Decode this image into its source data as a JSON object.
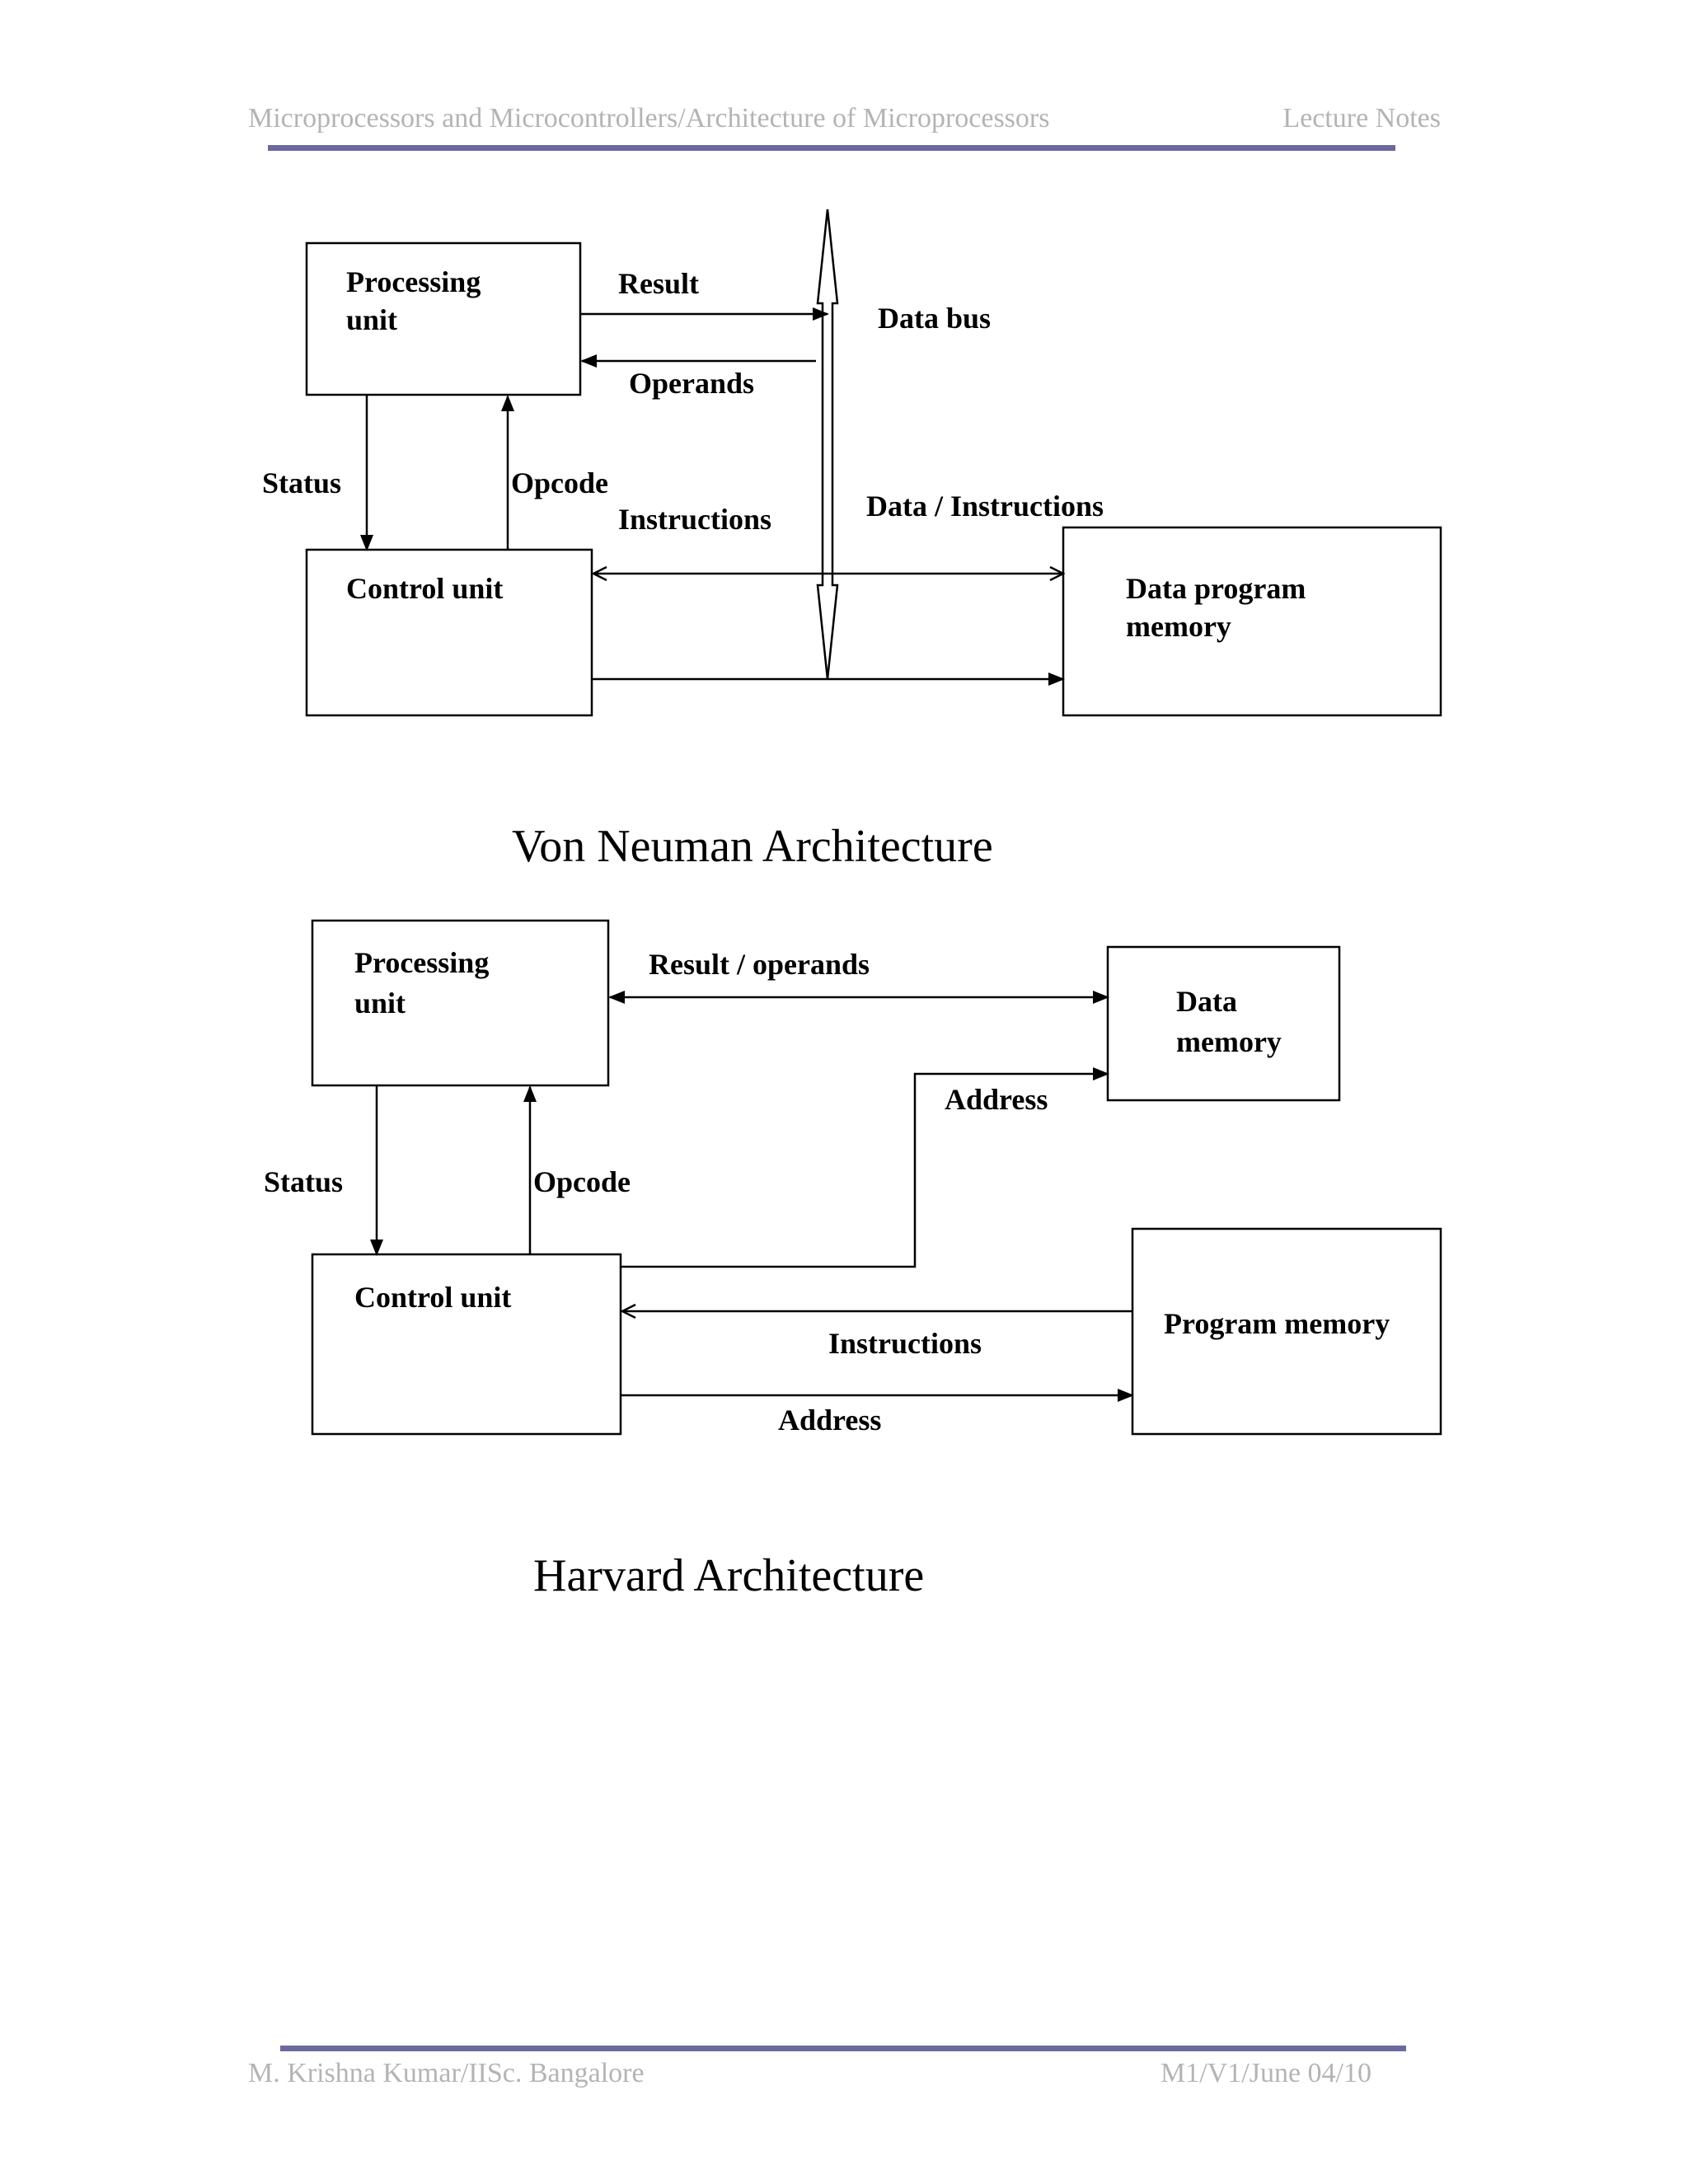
{
  "header": {
    "course_path": "Microprocessors and Microcontrollers/Architecture of Microprocessors",
    "doc_type": "Lecture Notes",
    "rule_color": "#6b6a9e"
  },
  "von_neuman": {
    "title": "Von Neuman Architecture",
    "processing_unit": [
      "Processing",
      "unit"
    ],
    "control_unit": "Control unit",
    "memory": [
      "Data program",
      "memory"
    ],
    "labels": {
      "result": "Result",
      "operands": "Operands",
      "data_bus": "Data bus",
      "status": "Status",
      "opcode": "Opcode",
      "instructions": "Instructions",
      "data_instructions": "Data / Instructions"
    }
  },
  "harvard": {
    "title": "Harvard Architecture",
    "processing_unit": [
      "Processing",
      "unit"
    ],
    "control_unit": "Control unit",
    "data_memory": [
      "Data",
      "memory"
    ],
    "program_memory": "Program memory",
    "labels": {
      "result_operands": "Result / operands",
      "address_data": "Address",
      "status": "Status",
      "opcode": "Opcode",
      "instructions": "Instructions",
      "address_program": "Address"
    }
  },
  "footer": {
    "author": "M. Krishna Kumar/IISc. Bangalore",
    "version": "M1/V1/June 04/10"
  }
}
